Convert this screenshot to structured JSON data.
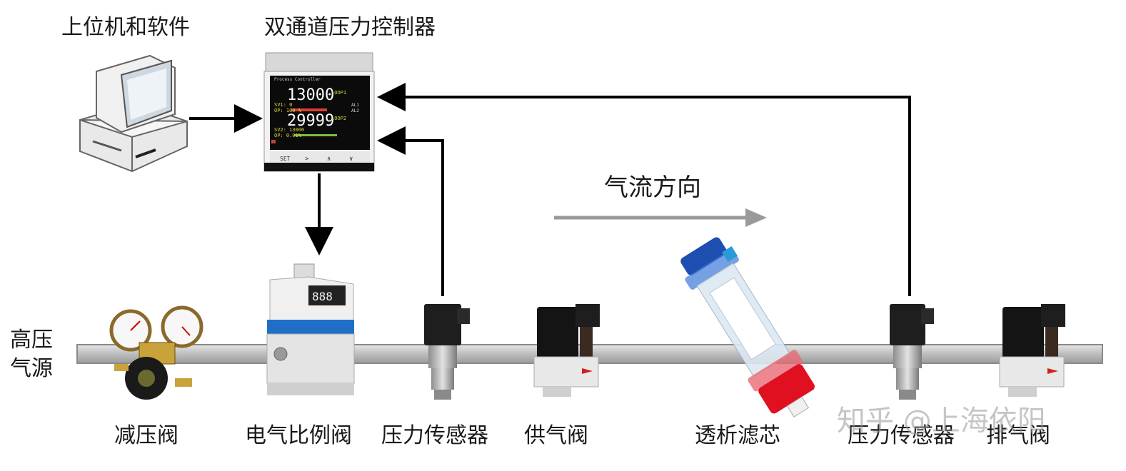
{
  "labels": {
    "host_pc": "上位机和软件",
    "controller": "双通道压力控制器",
    "flow_direction": "气流方向",
    "source_line1": "高压",
    "source_line2": "气源",
    "reducing_valve": "减压阀",
    "proportional_valve": "电气比例阀",
    "pressure_sensor_1": "压力传感器",
    "supply_valve": "供气阀",
    "dialysis_filter": "透析滤芯",
    "pressure_sensor_2": "压力传感器",
    "exhaust_valve": "排气阀"
  },
  "controller_screen": {
    "header": "Process Controller",
    "loop1_value": "13000",
    "loop1_tag": "LOOP1",
    "loop1_sv": "SV1: 0",
    "loop1_op": "OP: 100 %",
    "loop2_value": "29999",
    "loop2_tag": "LOOP2",
    "loop2_sv": "SV2: 13000",
    "loop2_op": "OP: 0.01%",
    "al1": "AL1",
    "al2": "AL2",
    "buttons": [
      "SET",
      ">",
      "∧",
      "∨"
    ]
  },
  "proportional_valve_display": "888",
  "watermark": "知乎 @上海依阳",
  "colors": {
    "arrow": "#000000",
    "flow_arrow": "#9a9a9a",
    "pipe": "#c8c8c8",
    "controller_screen": "#0b0b0b",
    "valve_blue": "#1f6fc9",
    "filter_red": "#e01020",
    "filter_blue": "#1e4fb0"
  }
}
